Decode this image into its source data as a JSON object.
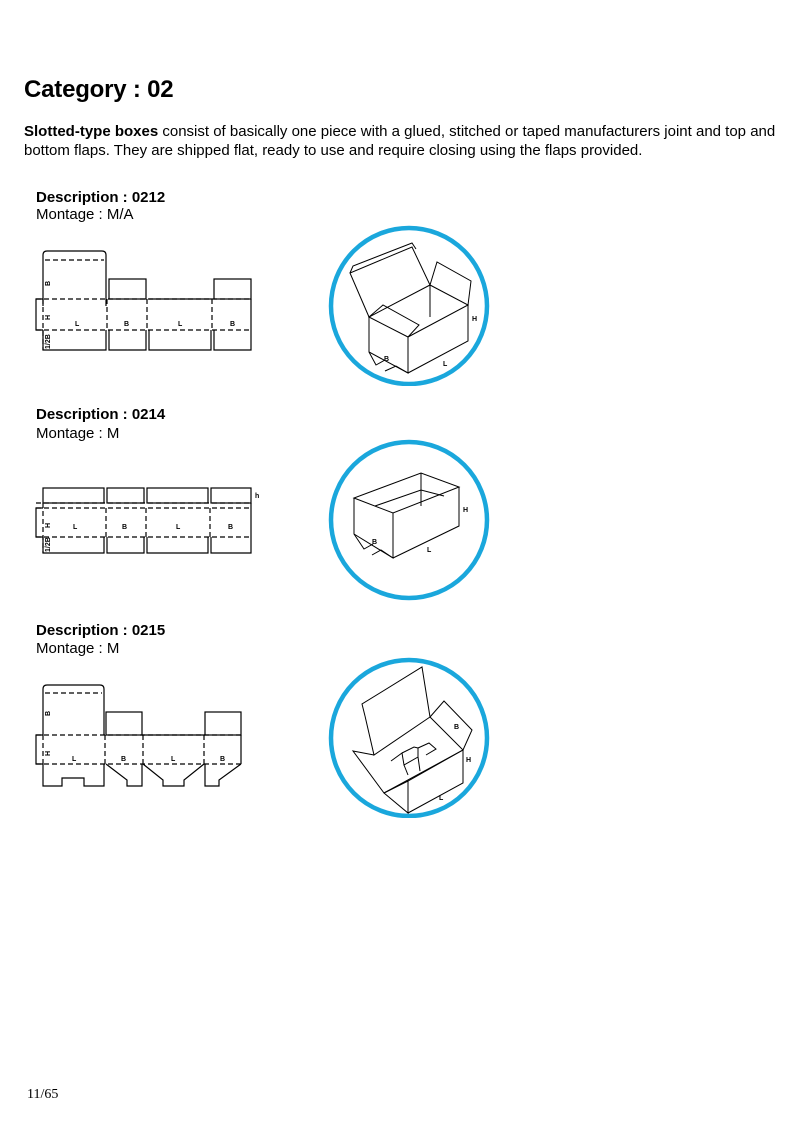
{
  "page": {
    "title": "Category : 02",
    "intro": {
      "bold_lead": "Slotted-type boxes",
      "text": " consist of basically one piece with a glued, stitched or taped manufacturers joint and top and bottom flaps. They are shipped flat, ready to use and require closing using the flaps provided."
    },
    "page_number": "11/65"
  },
  "colors": {
    "circle_accent": "#1aa7dc",
    "line": "#000000"
  },
  "boxes": [
    {
      "description": "Description : 0212",
      "montage": "Montage : M/A",
      "flat_labels": [
        "B",
        "H",
        "L",
        "B",
        "L",
        "B",
        "1/2B"
      ],
      "iso_labels": [
        "H",
        "B",
        "L"
      ]
    },
    {
      "description": "Description : 0214",
      "montage": "Montage : M",
      "flat_labels": [
        "H",
        "L",
        "B",
        "L",
        "B",
        "1/2B",
        "h"
      ],
      "iso_labels": [
        "H",
        "B",
        "L"
      ]
    },
    {
      "description": "Description : 0215",
      "montage": "Montage : M",
      "flat_labels": [
        "B",
        "H",
        "L",
        "B",
        "L",
        "B"
      ],
      "iso_labels": [
        "B",
        "H",
        "L"
      ]
    }
  ]
}
